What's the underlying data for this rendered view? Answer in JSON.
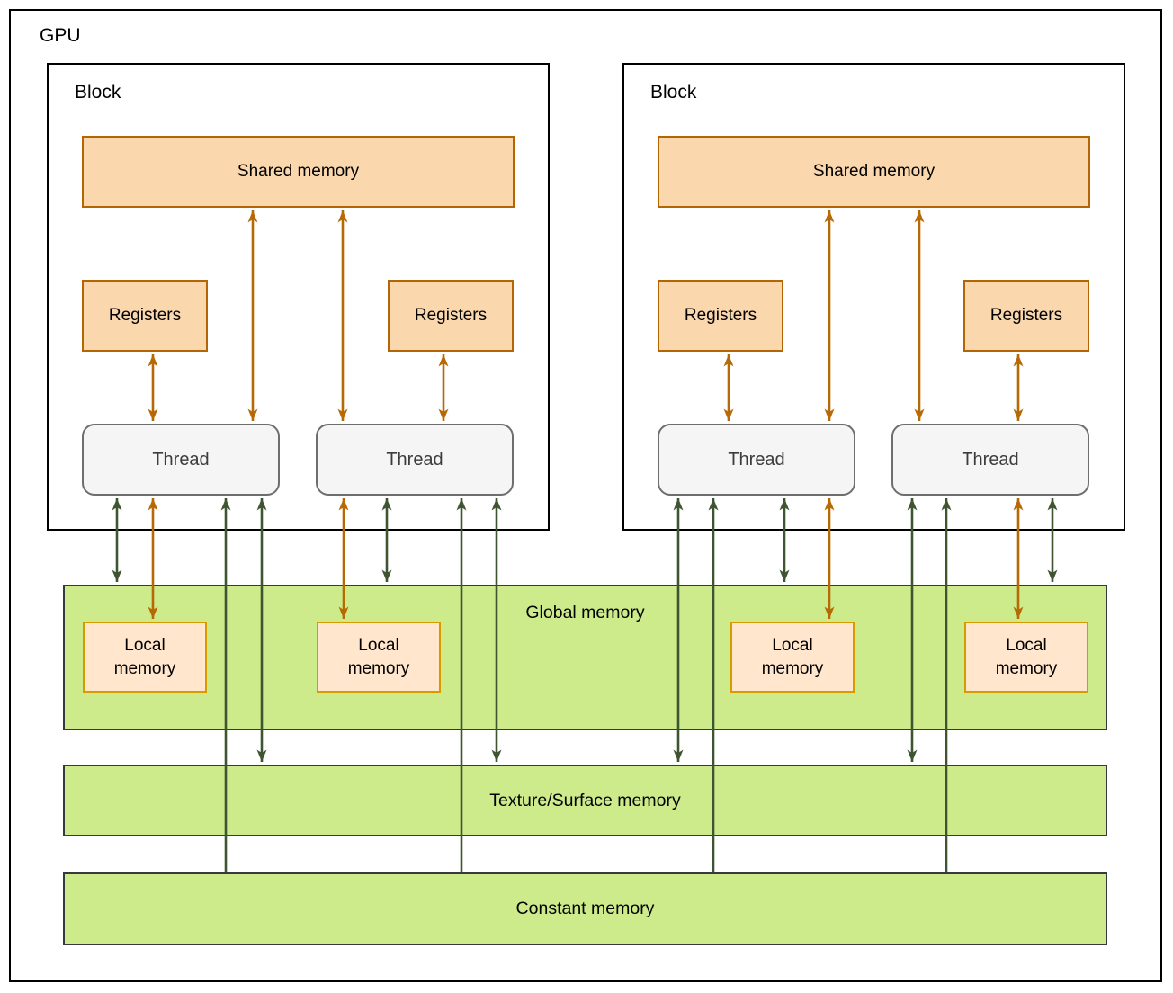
{
  "diagram": {
    "gpu": {
      "label": "GPU"
    },
    "blocks": [
      {
        "label": "Block",
        "shared_memory_label": "Shared memory",
        "registers_labels": [
          "Registers",
          "Registers"
        ],
        "thread_labels": [
          "Thread",
          "Thread"
        ]
      },
      {
        "label": "Block",
        "shared_memory_label": "Shared memory",
        "registers_labels": [
          "Registers",
          "Registers"
        ],
        "thread_labels": [
          "Thread",
          "Thread"
        ]
      }
    ],
    "memory_bands": {
      "global": {
        "label": "Global memory",
        "local_memory": [
          {
            "label": "Local memory"
          },
          {
            "label": "Local memory"
          },
          {
            "label": "Local memory"
          },
          {
            "label": "Local memory"
          }
        ]
      },
      "texture": {
        "label": "Texture/Surface memory"
      },
      "constant": {
        "label": "Constant memory"
      }
    },
    "connections": [
      {
        "from": "shared-memory",
        "to": "thread",
        "style": "double-arrow",
        "color": "orange",
        "count": 4
      },
      {
        "from": "registers",
        "to": "thread",
        "style": "double-arrow",
        "color": "orange",
        "count": 4
      },
      {
        "from": "thread",
        "to": "local-memory",
        "style": "double-arrow",
        "color": "orange",
        "count": 4
      },
      {
        "from": "thread",
        "to": "global-memory",
        "style": "double-arrow",
        "color": "green",
        "count": 4
      },
      {
        "from": "thread",
        "to": "texture-surface-memory",
        "style": "double-arrow",
        "color": "green",
        "count": 4
      },
      {
        "from": "thread",
        "to": "constant-memory",
        "style": "line-with-arrow-at-thread",
        "color": "green",
        "count": 4
      }
    ],
    "colors": {
      "box_orange_fill": "#FAD7AC",
      "box_orange_stroke": "#B46504",
      "box_peach_fill": "#FFE6CC",
      "box_peach_stroke": "#D79B00",
      "band_green_fill": "#CDEB8B",
      "band_green_stroke": "#36393D",
      "thread_fill": "#F5F5F5",
      "thread_stroke": "#6E6E6E",
      "arrow_orange": "#B66A06",
      "arrow_green": "#3F5430",
      "outline_black": "#000000"
    }
  }
}
